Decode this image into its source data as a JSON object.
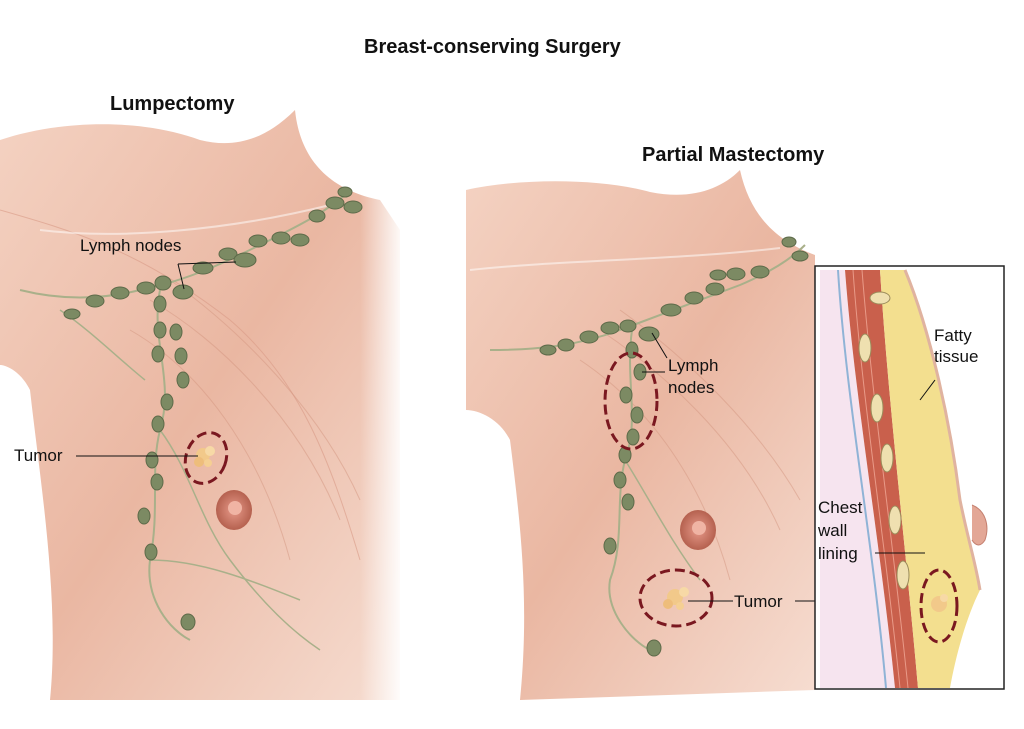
{
  "title": "Breast-conserving Surgery",
  "left_panel": {
    "heading": "Lumpectomy",
    "lymph_label": "Lymph nodes",
    "tumor_label": "Tumor"
  },
  "right_panel": {
    "heading": "Partial Mastectomy",
    "lymph_label_line1": "Lymph",
    "lymph_label_line2": "nodes",
    "tumor_label": "Tumor",
    "fatty_line1": "Fatty",
    "fatty_line2": "tissue",
    "chest_line1": "Chest",
    "chest_line2": "wall",
    "chest_line3": "lining"
  },
  "colors": {
    "skin": "#e9b8a4",
    "skin_light": "#f6dccf",
    "lymph_node": "#7c8a63",
    "outline_dashed": "#7a1820",
    "tumor": "#f2c98a",
    "fat": "#f3df8f",
    "muscle": "#c9604c"
  }
}
